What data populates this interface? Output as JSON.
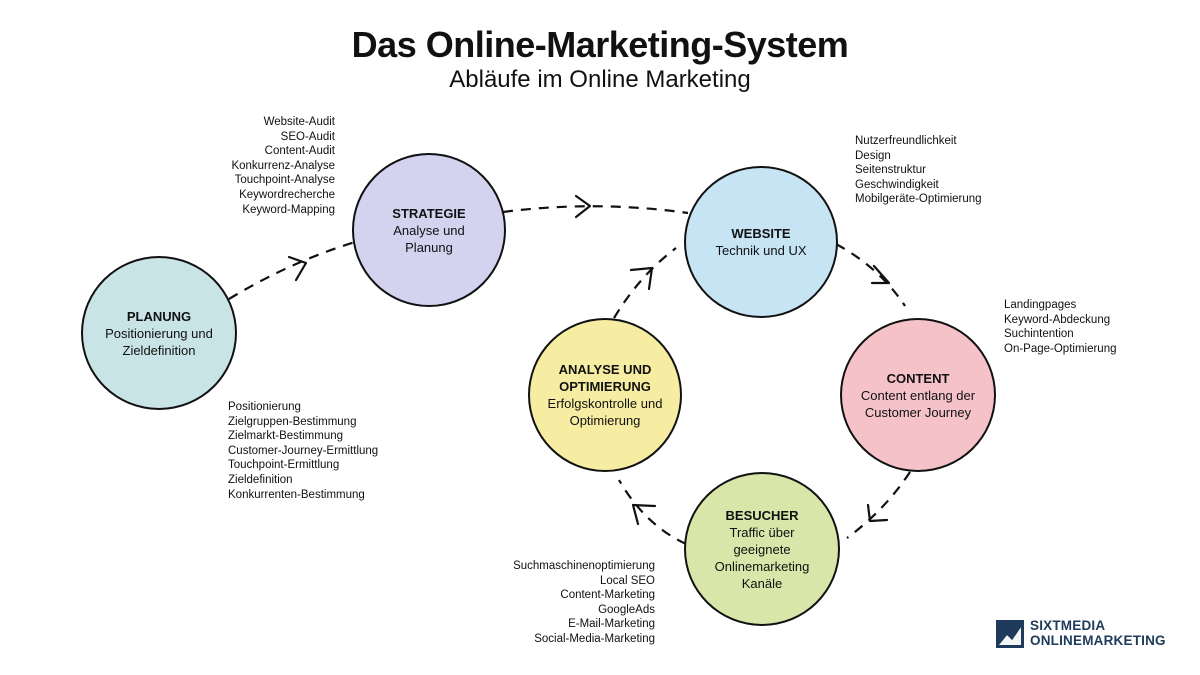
{
  "title": "Das Online-Marketing-System",
  "subtitle": "Abläufe im Online Marketing",
  "nodes": {
    "planung": {
      "title": "PLANUNG",
      "sub": "Positionierung und Zieldefinition",
      "color": "#c9e4e6"
    },
    "strategie": {
      "title": "STRATEGIE",
      "sub": "Analyse und Planung",
      "color": "#d3d3ef"
    },
    "website": {
      "title": "WEBSITE",
      "sub": "Technik und UX",
      "color": "#c6e4f4"
    },
    "content": {
      "title": "CONTENT",
      "sub": "Content entlang der Customer Journey",
      "color": "#f5c2c8"
    },
    "besucher": {
      "title": "BESUCHER",
      "sub": "Traffic über geeignete Onlinemarketing Kanäle",
      "color": "#d9e6a9"
    },
    "analyse": {
      "title": "ANALYSE UND OPTIMIERUNG",
      "sub": "Erfolgskontrolle und Optimierung",
      "color": "#f7eda2"
    }
  },
  "lists": {
    "strategie": [
      "Website-Audit",
      "SEO-Audit",
      "Content-Audit",
      "Konkurrenz-Analyse",
      "Touchpoint-Analyse",
      "Keywordrecherche",
      "Keyword-Mapping"
    ],
    "website": [
      "Nutzerfreundlichkeit",
      "Design",
      "Seitenstruktur",
      "Geschwindigkeit",
      "Mobilgeräte-Optimierung"
    ],
    "content": [
      "Landingpages",
      "Keyword-Abdeckung",
      "Suchintention",
      "On-Page-Optimierung"
    ],
    "planung": [
      "Positionierung",
      "Zielgruppen-Bestimmung",
      "Zielmarkt-Bestimmung",
      "Customer-Journey-Ermittlung",
      "Touchpoint-Ermittlung",
      "Zieldefinition",
      "Konkurrenten-Bestimmung"
    ],
    "besucher": [
      "Suchmaschinenoptimierung",
      "Local SEO",
      "Content-Marketing",
      "GoogleAds",
      "E-Mail-Marketing",
      "Social-Media-Marketing"
    ]
  },
  "logo": {
    "line1": "SIXTMEDIA",
    "line2": "ONLINEMARKETING",
    "color": "#1f3a5a"
  },
  "line_color": "#111111"
}
